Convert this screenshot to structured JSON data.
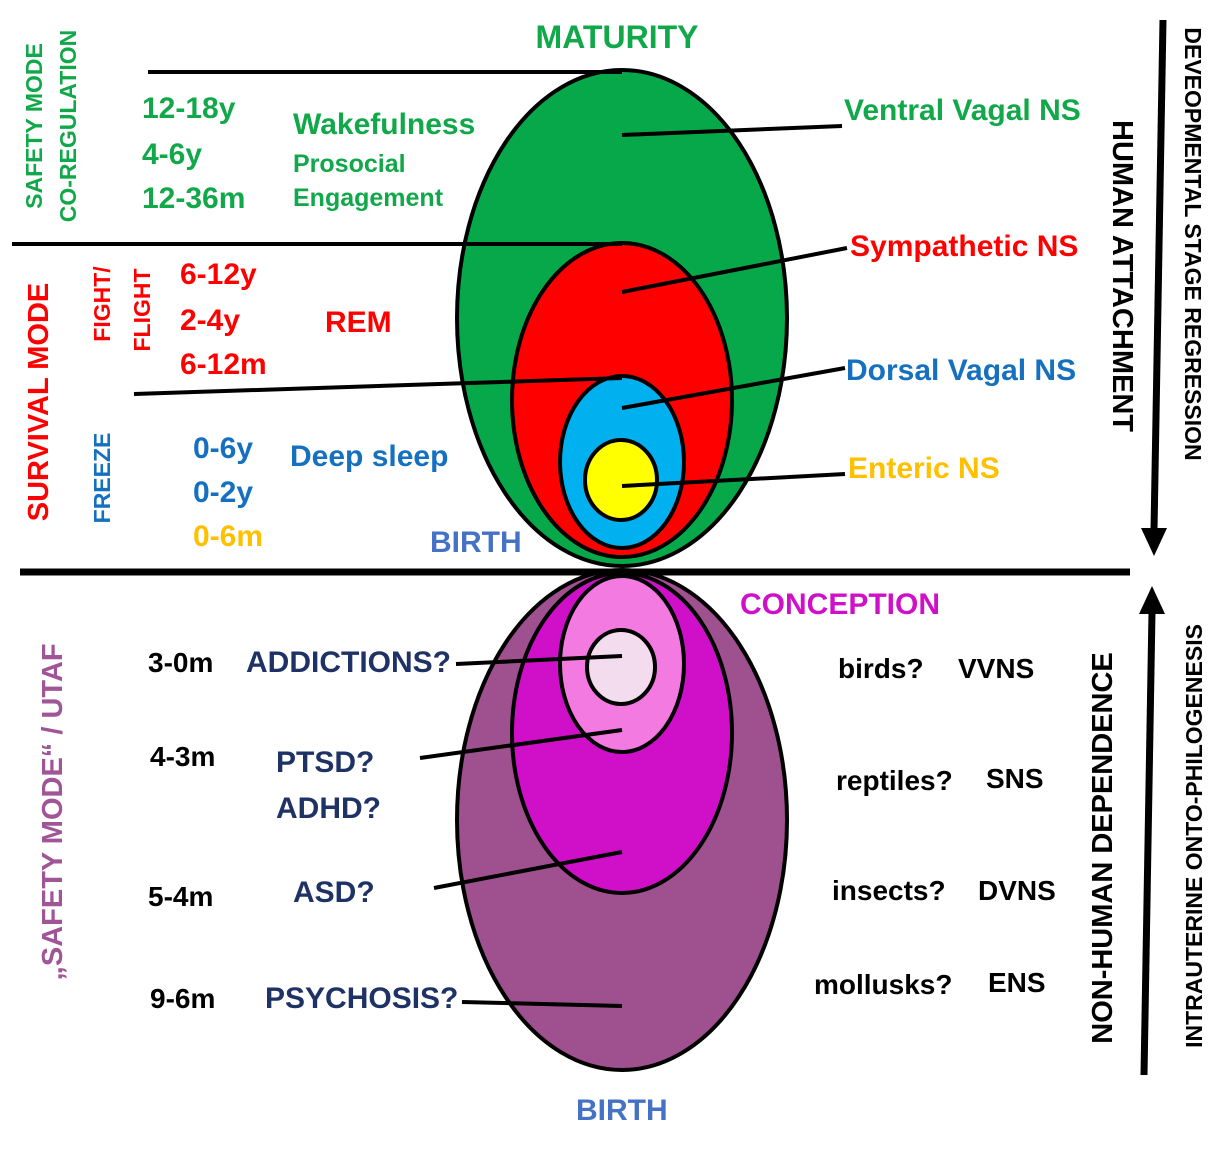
{
  "colors": {
    "green_text": "#11a84a",
    "green_fill": "#07a84a",
    "red": "#ff0000",
    "blue_fill": "#00b0ef",
    "blue_text": "#1570c0",
    "yellow_fill": "#ffff00",
    "yellow_text": "#ffc000",
    "birth_text": "#4472c4",
    "magenta_text": "#d010c8",
    "purple_fill": "#9f508f",
    "magenta_fill": "#d010c8",
    "pink_fill": "#f27ae0",
    "lightpink_fill": "#f2dcee",
    "navy_text": "#1f3266",
    "purple_text": "#a05696",
    "black": "#000000"
  },
  "top": {
    "maturity": "MATURITY",
    "birth": "BIRTH",
    "left_labels": {
      "safety_mode": "SAFETY  MODE",
      "co_regulation": "CO-REGULATION",
      "survival_mode": "SURVIVAL MODE",
      "fight": "FIGHT/",
      "flight": "FLIGHT",
      "freeze": "FREEZE"
    },
    "ages_green": [
      "12-18y",
      "4-6y",
      "12-36m"
    ],
    "ages_red": [
      "6-12y",
      "2-4y",
      "6-12m"
    ],
    "ages_blue": [
      "0-6y",
      "0-2y"
    ],
    "age_yellow": "0-6m",
    "states": {
      "wakefulness": "Wakefulness",
      "prosocial": "Prosocial",
      "engagement": "Engagement",
      "rem": "REM",
      "deep_sleep": "Deep sleep"
    },
    "systems": {
      "ventral": "Ventral Vagal NS",
      "sympathetic": "Sympathetic NS",
      "dorsal": "Dorsal Vagal NS",
      "enteric": "Enteric NS"
    },
    "right_vertical": {
      "human_attachment": "HUMAN  ATTACHMENT",
      "regression": "DEVEOPMENTAL STAGE REGRESSION"
    }
  },
  "bottom": {
    "conception": "CONCEPTION",
    "birth": "BIRTH",
    "left_vertical": "„SAFETY MODE“ / UTAF",
    "ages": [
      "3-0m",
      "4-3m",
      "5-4m",
      "9-6m"
    ],
    "conditions": [
      "ADDICTIONS?",
      "PTSD?",
      "ADHD?",
      "ASD?",
      "PSYCHOSIS?"
    ],
    "species": [
      {
        "animal": "birds?",
        "system": "VVNS"
      },
      {
        "animal": "reptiles?",
        "system": "SNS"
      },
      {
        "animal": "insects?",
        "system": "DVNS"
      },
      {
        "animal": "mollusks?",
        "system": "ENS"
      }
    ],
    "right_vertical": {
      "dependence": "NON-HUMAN  DEPENDENCE",
      "ontogenesis": "INTRAUTERINE ONTO-PHILOGENESIS"
    }
  }
}
